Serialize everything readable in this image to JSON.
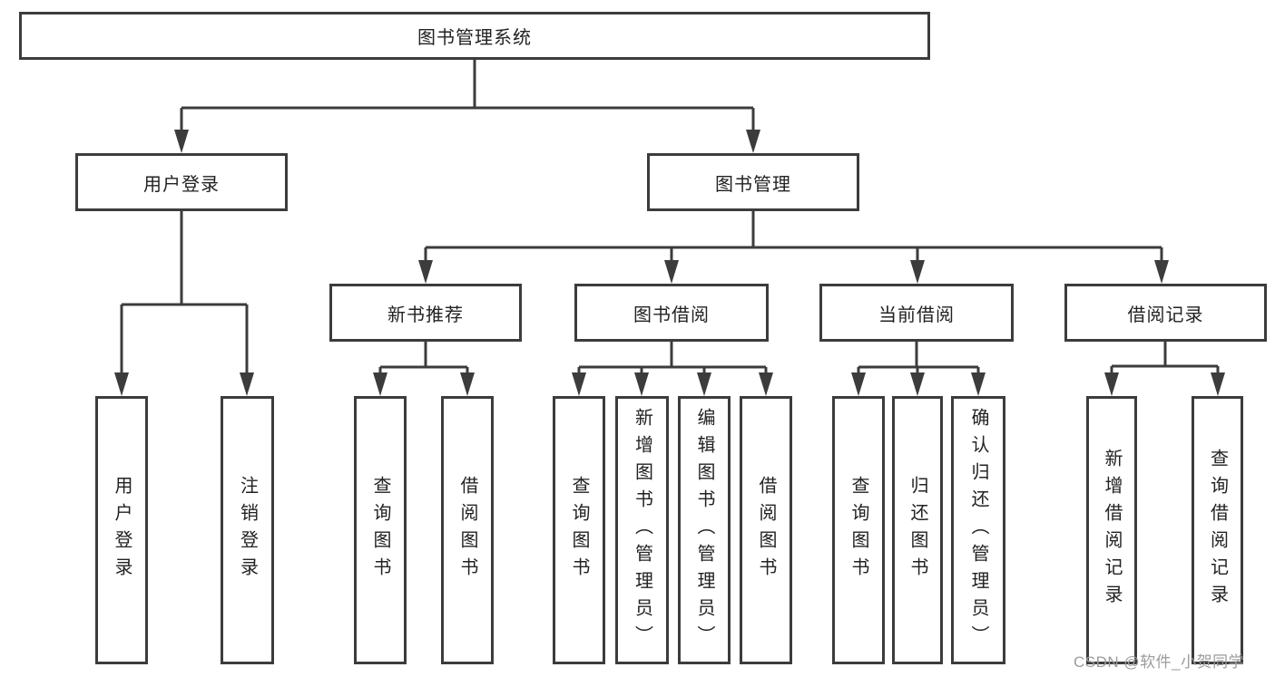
{
  "diagram": {
    "title": "图书管理系统",
    "nodes": {
      "root": {
        "label": "图书管理系统"
      },
      "login": {
        "label": "用户登录"
      },
      "mgmt": {
        "label": "图书管理"
      },
      "newbook": {
        "label": "新书推荐"
      },
      "borrow": {
        "label": "图书借阅"
      },
      "current": {
        "label": "当前借阅"
      },
      "records": {
        "label": "借阅记录"
      },
      "user_login": {
        "label": "用户登录"
      },
      "logout": {
        "label": "注销登录"
      },
      "nb_query": {
        "label": "查询图书"
      },
      "nb_borrow": {
        "label": "借阅图书"
      },
      "bw_query": {
        "label": "查询图书"
      },
      "bw_add": {
        "label": "新增图书（管理员）"
      },
      "bw_edit": {
        "label": "编辑图书（管理员）"
      },
      "bw_borrow": {
        "label": "借阅图书"
      },
      "cur_query": {
        "label": "查询图书"
      },
      "cur_return": {
        "label": "归还图书"
      },
      "cur_confirm": {
        "label": "确认归还（管理员）"
      },
      "rec_add": {
        "label": "新增借阅记录"
      },
      "rec_query": {
        "label": "查询借阅记录"
      }
    },
    "colors": {
      "line": "#3c3c3c",
      "box_border": "#3c3c3c",
      "text": "#222222",
      "background": "#ffffff",
      "watermark": "#9b9b9b"
    }
  },
  "watermark": {
    "text": "CSDN @软件_小贺同学"
  }
}
